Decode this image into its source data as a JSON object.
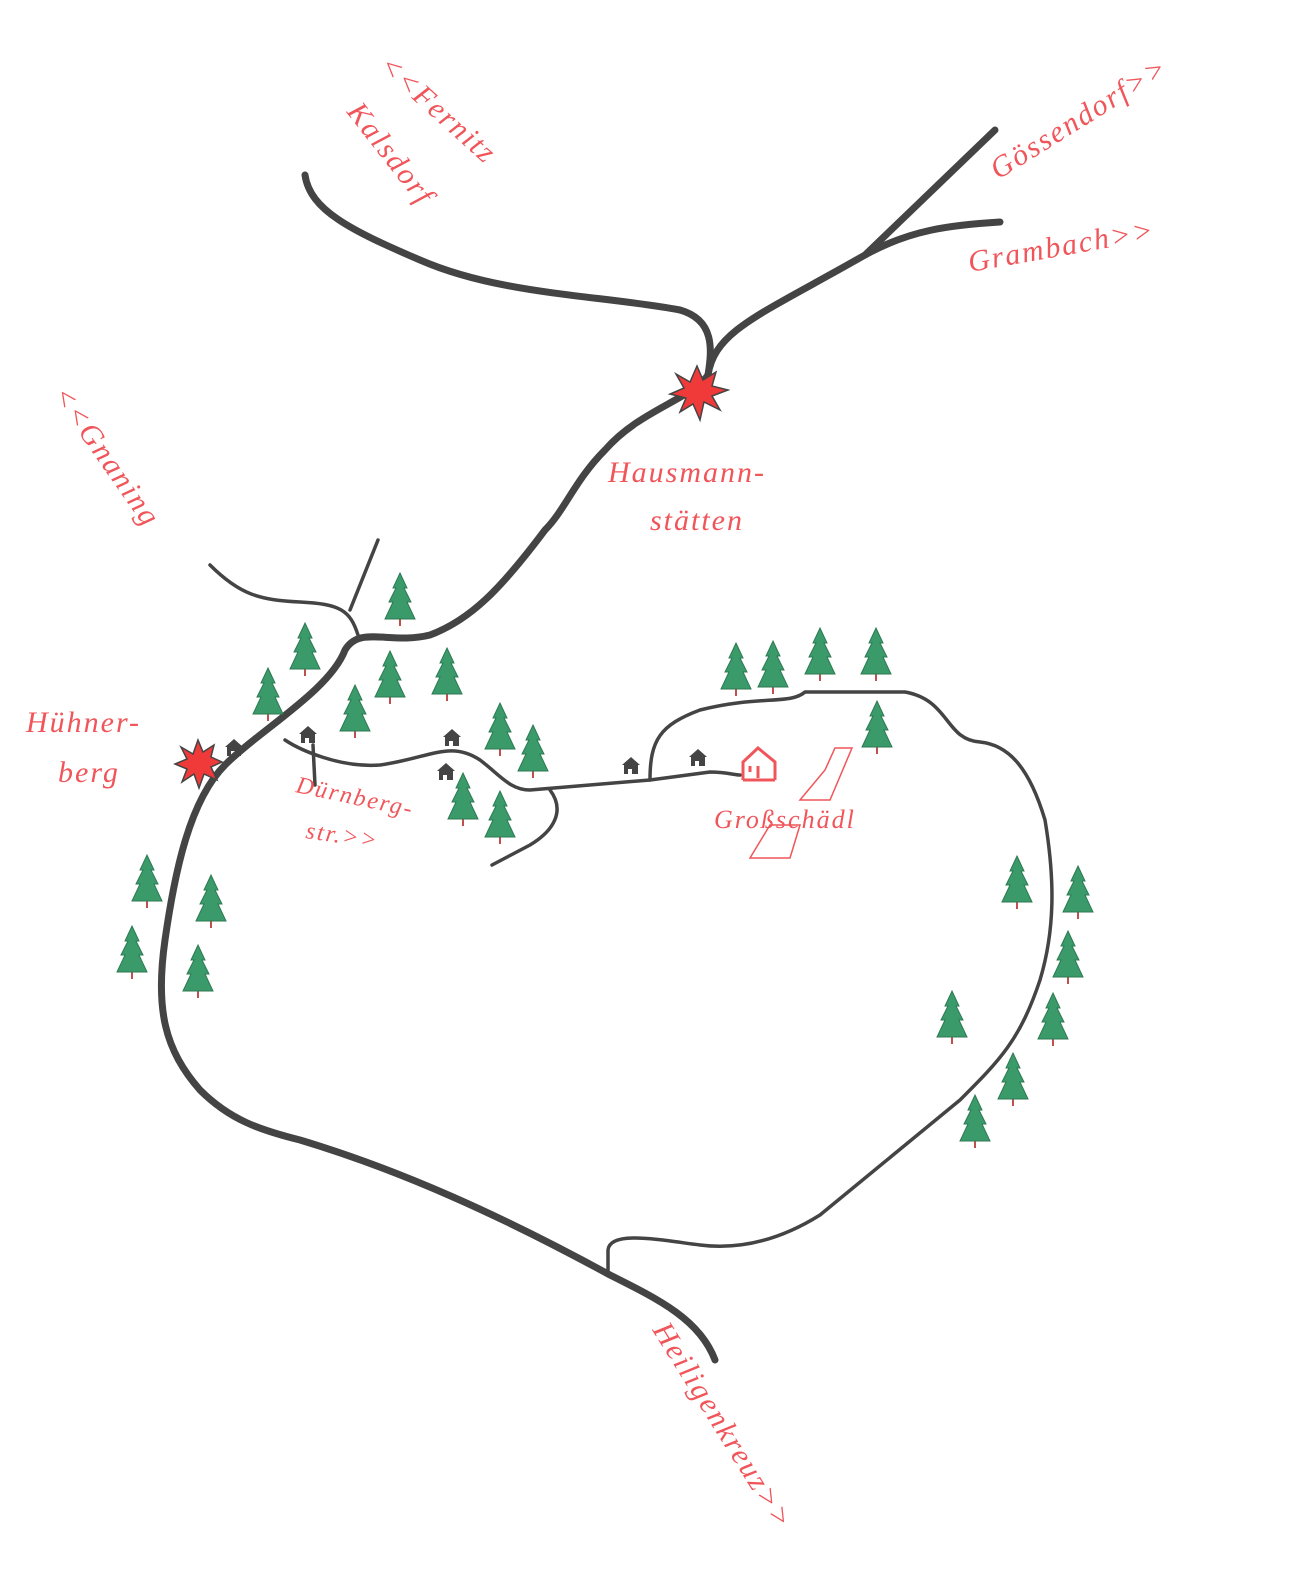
{
  "labels": {
    "fernitz": "<<Fernitz",
    "kalsdorf": "Kalsdorf",
    "goessendorf": "Gössendorf>>",
    "grambach": "Grambach>>",
    "gnaning": "<<Gnaning",
    "hausmannstaetten_1": "Hausmann-",
    "hausmannstaetten_2": "stätten",
    "huehnerberg_1": "Hühner-",
    "huehnerberg_2": "berg",
    "duernberg_1": "Dürnberg-",
    "duernberg_2": "str.>>",
    "grossschaedl": "Großschädl",
    "heiligenkreuz": "Heiligenkreuz>>"
  },
  "colors": {
    "road": "#444444",
    "label": "#f0555a",
    "tree": "#3a9a6a",
    "marker": "#f03a3a"
  }
}
